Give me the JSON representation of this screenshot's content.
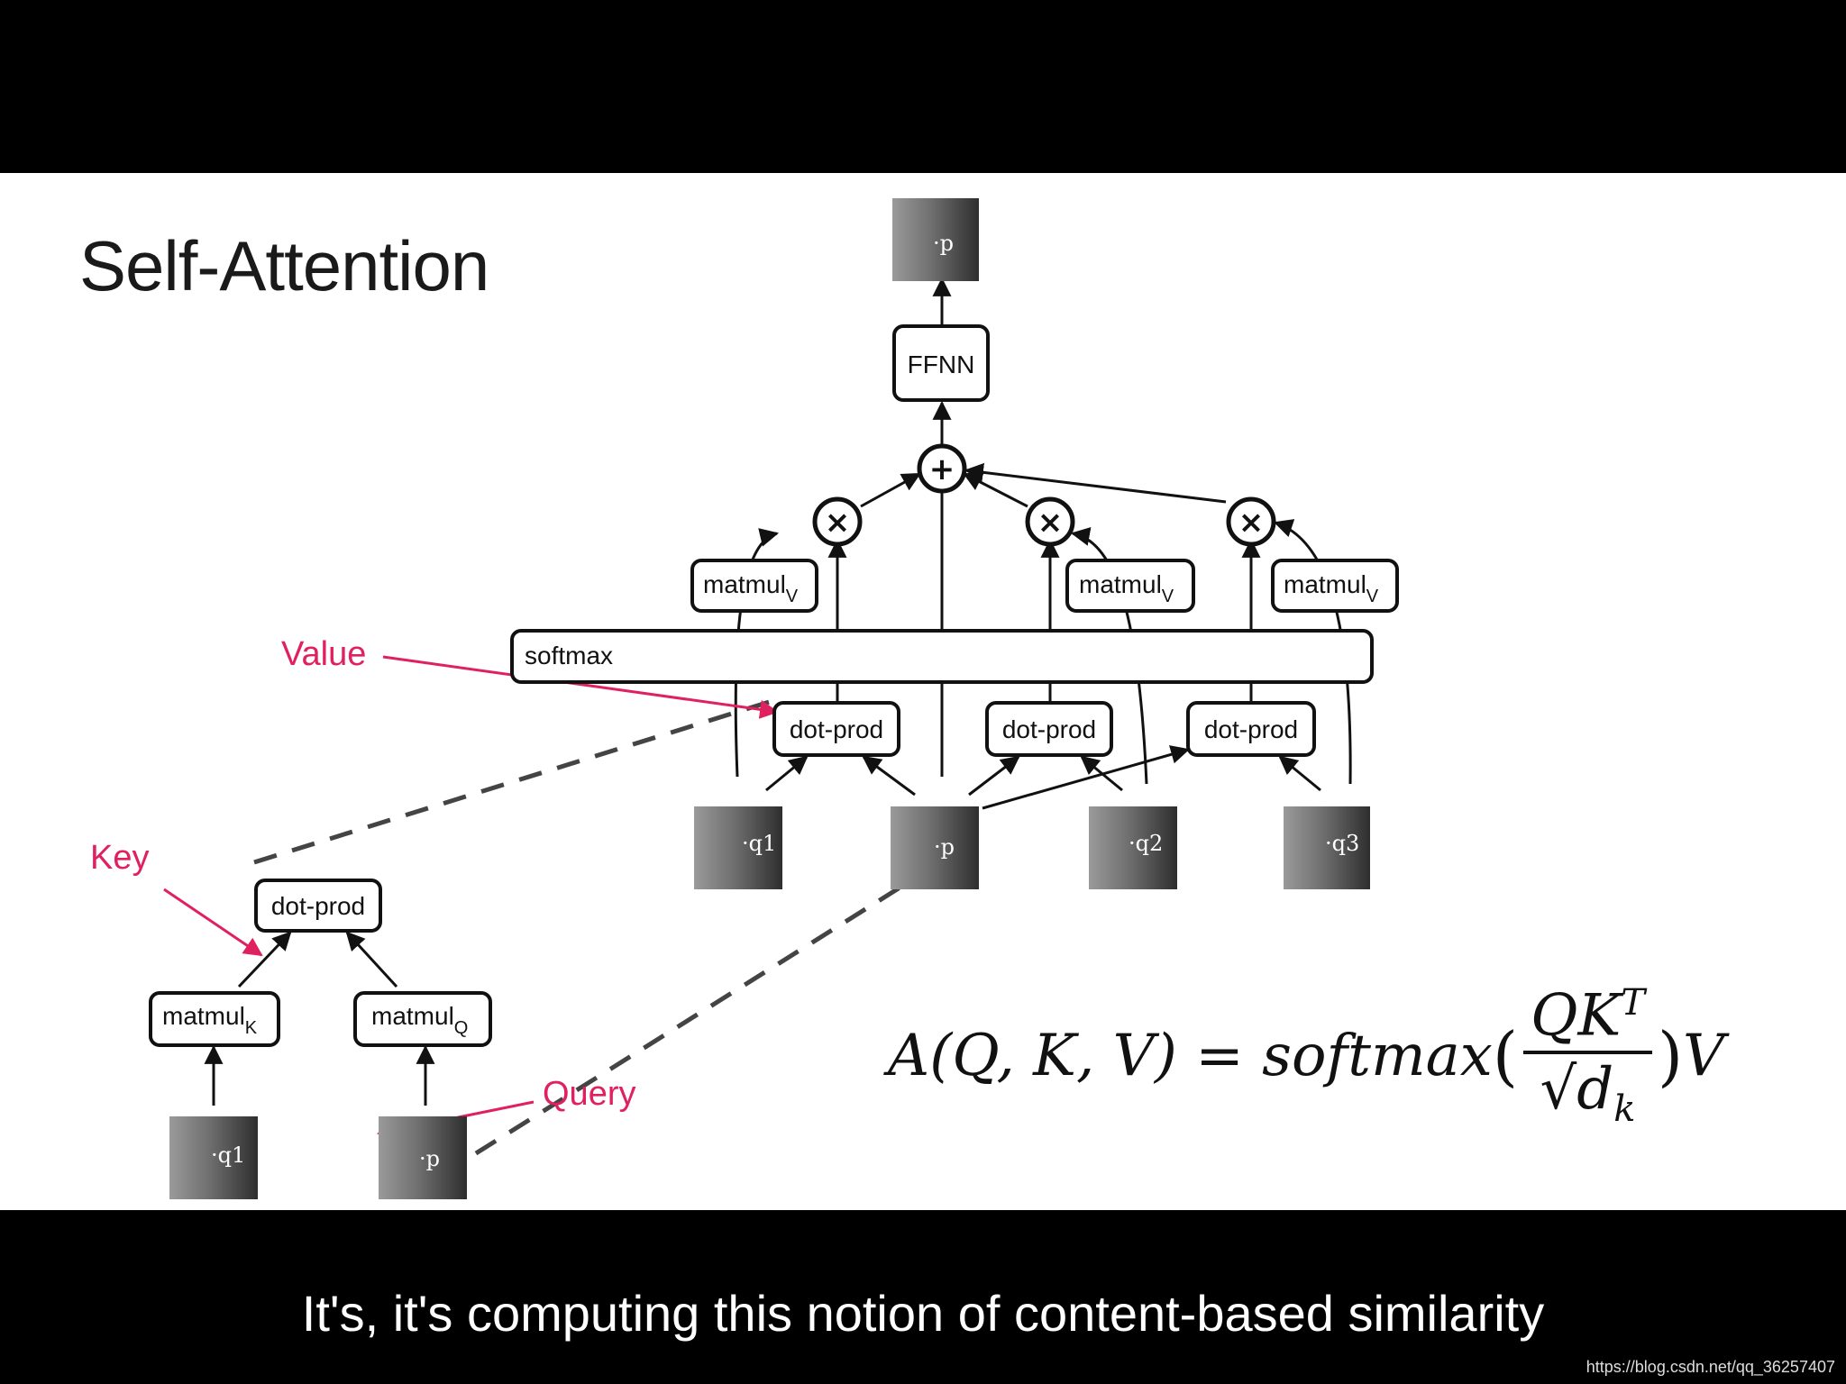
{
  "slide": {
    "title": "Self-Attention",
    "annotations": {
      "value": "Value",
      "key": "Key",
      "query": "Query"
    },
    "nodes": {
      "ffnn": "FFNN",
      "softmax": "softmax",
      "dot_prod": "dot-prod",
      "matmul": "matmul",
      "sub_v": "V",
      "sub_k": "K",
      "sub_q": "Q"
    },
    "ops": {
      "plus": "+",
      "times": "×"
    },
    "tokens": {
      "p": "·p",
      "q1": "·q1",
      "q2": "·q2",
      "q3": "·q3"
    },
    "formula": {
      "lhs": "A(Q, K, V) = softmax",
      "numerator": "QK",
      "numerator_sup": "T",
      "denominator_root": "√",
      "denominator": "d",
      "denominator_sub": "k",
      "rhs": "V"
    }
  },
  "subtitle": "It's, it's computing this notion of content-based similarity",
  "watermark": "https://blog.csdn.net/qq_36257407",
  "colors": {
    "annotation": "#e0215f",
    "background": "#000000",
    "slide": "#ffffff"
  }
}
